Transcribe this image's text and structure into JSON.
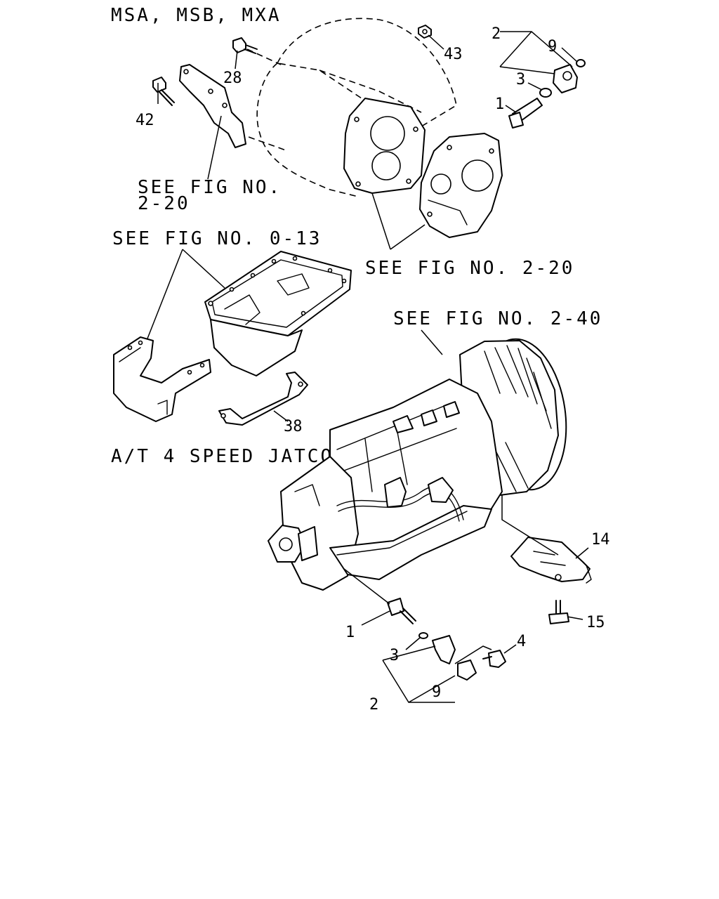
{
  "labels": {
    "model_variants": "MSA, MSB, MXA",
    "see_fig_2_20_a_line1": "SEE FIG NO.",
    "see_fig_2_20_a_line2": "2-20",
    "see_fig_0_13": "SEE FIG NO. 0-13",
    "see_fig_2_20_b": "SEE FIG NO. 2-20",
    "see_fig_2_40": "SEE FIG NO. 2-40",
    "transmission_type": "A/T 4 SPEED JATCO"
  },
  "callouts_upper": {
    "bolt_42": "42",
    "bolt_28": "28",
    "nut_43": "43",
    "num_2": "2",
    "num_9": "9",
    "num_3": "3",
    "num_1": "1"
  },
  "callouts_middle": {
    "bracket_38": "38"
  },
  "callouts_lower": {
    "bracket_14": "14",
    "bolt_15": "15",
    "num_1": "1",
    "num_3": "3",
    "bolt_4": "4",
    "num_2": "2",
    "num_9": "9"
  }
}
